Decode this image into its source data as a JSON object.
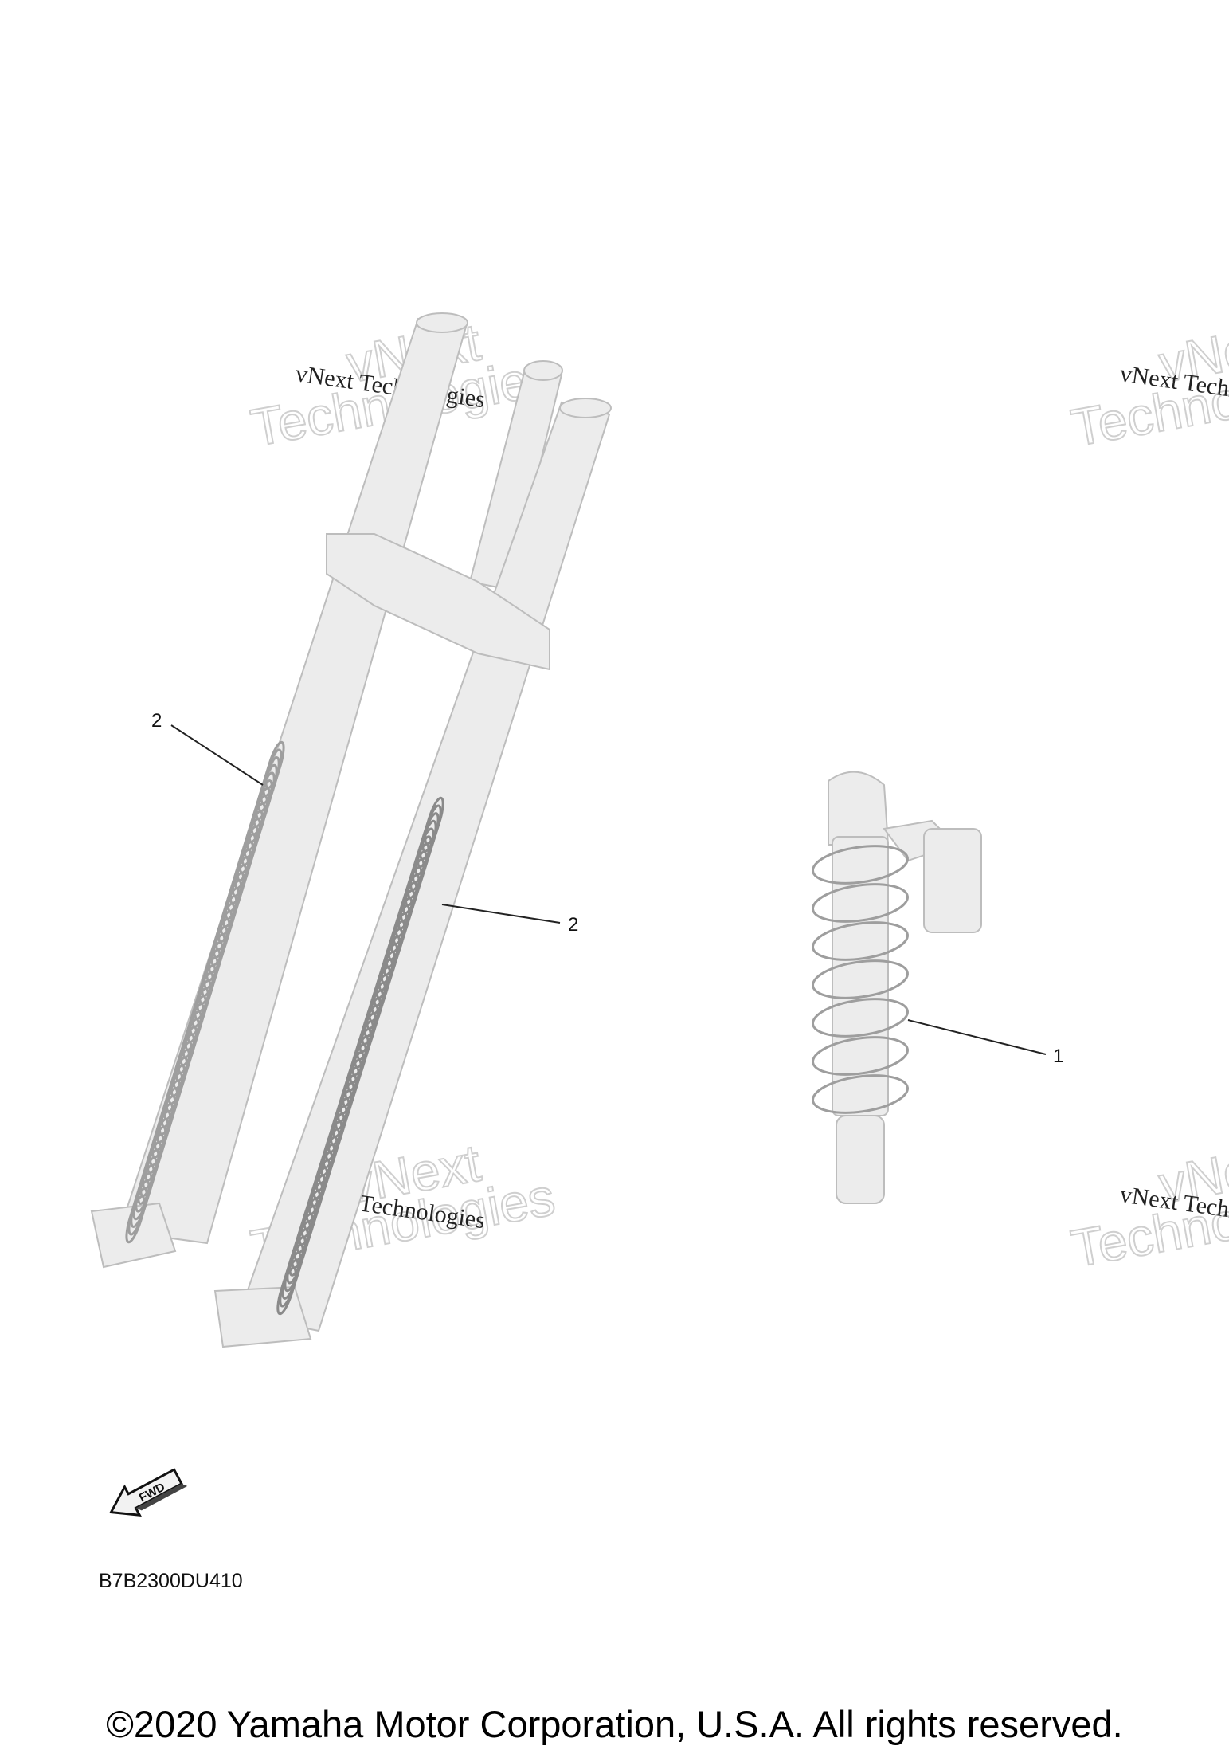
{
  "diagram": {
    "watermark": "vNext Technologies",
    "watermark_line1": "vNext",
    "watermark_line2": "Technologies",
    "callouts": {
      "fork_left_spring": "2",
      "fork_right_spring": "2",
      "rear_shock_spring": "1"
    },
    "fwd_label": "FWD",
    "diagram_code": "B7B2300DU410",
    "copyright": "©2020 Yamaha Motor Corporation, U.S.A. All rights reserved.",
    "colors": {
      "part": "#ececec",
      "spring": "#9e9e9e",
      "text": "#111111"
    }
  }
}
